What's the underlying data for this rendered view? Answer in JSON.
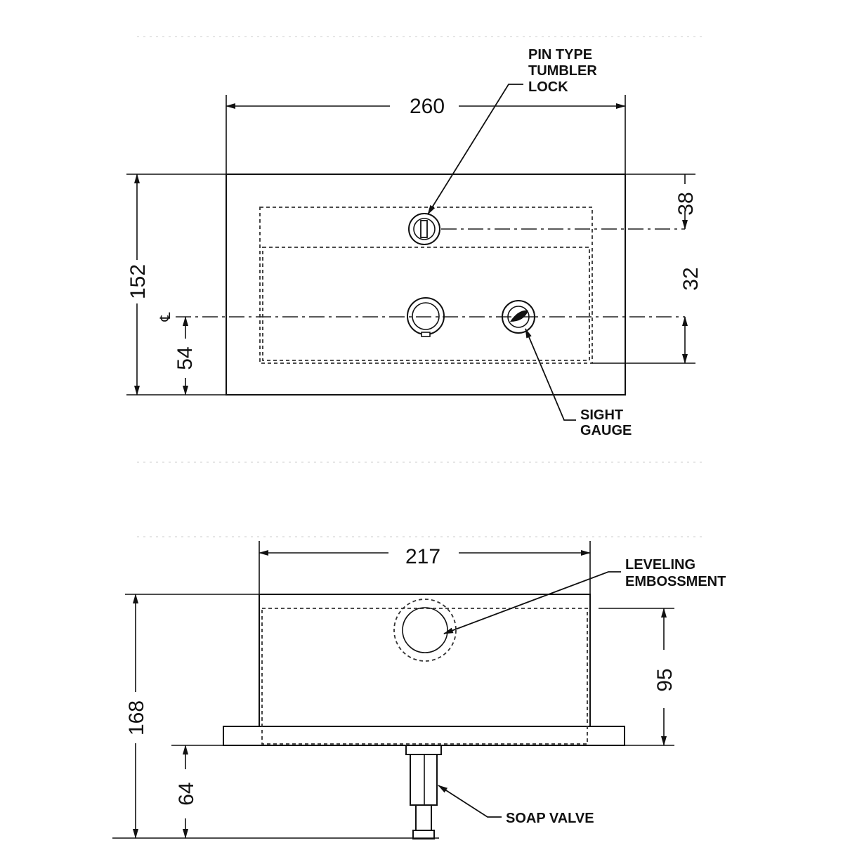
{
  "top_view": {
    "dimensions": {
      "width": "260",
      "height": "152",
      "lock_offset": "38",
      "lock_to_gauge": "32",
      "centerline_offset": "54"
    },
    "centerline_symbol": "℄",
    "labels": {
      "lock": [
        "PIN TYPE",
        "TUMBLER",
        "LOCK"
      ],
      "gauge": [
        "SIGHT",
        "GAUGE"
      ]
    }
  },
  "side_view": {
    "dimensions": {
      "width": "217",
      "height": "168",
      "inner_height": "95",
      "valve_length": "64"
    },
    "labels": {
      "embossment": [
        "LEVELING",
        "EMBOSSMENT"
      ],
      "valve": [
        "SOAP VALVE"
      ]
    }
  }
}
